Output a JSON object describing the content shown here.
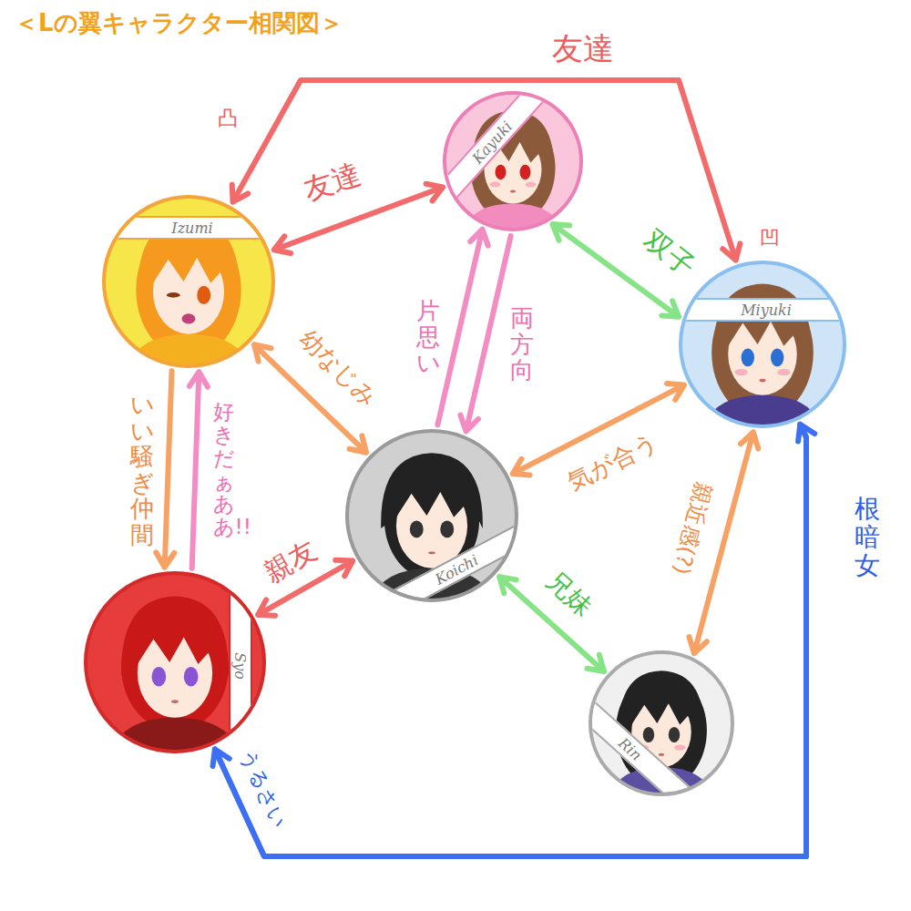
{
  "diagram": {
    "title": "＜Lの翼キャラクター相関図＞",
    "nodes": [
      {
        "text": [
          "Kayuki"
        ]
      },
      {
        "text": [
          "Izumi"
        ]
      },
      {
        "text": [
          "Miyuki"
        ]
      },
      {
        "text": [
          "Koichi"
        ]
      },
      {
        "text": [
          "Syo"
        ]
      },
      {
        "text": [
          "Rin"
        ]
      }
    ],
    "edges": [
      {
        "from": 1,
        "to": 2,
        "label": "友達",
        "arrow": "both"
      },
      {
        "from": 1,
        "to": 0,
        "label": "友達",
        "arrow": "both"
      },
      {
        "from": 0,
        "to": 2,
        "label": "双子",
        "arrow": "both"
      },
      {
        "from": 3,
        "to": 0,
        "label": "片思い",
        "arrow": "to"
      },
      {
        "from": 0,
        "to": 3,
        "label": "両方向",
        "arrow": "to"
      },
      {
        "from": 1,
        "to": 3,
        "label": "幼なじみ",
        "arrow": "both"
      },
      {
        "from": 2,
        "to": 3,
        "label": "気が合う",
        "arrow": "both"
      },
      {
        "from": 2,
        "to": 5,
        "label": "親近感(?)",
        "arrow": "both"
      },
      {
        "from": 3,
        "to": 5,
        "label": "兄妹",
        "arrow": "both"
      },
      {
        "from": 3,
        "to": 4,
        "label": "親友",
        "arrow": "both"
      },
      {
        "from": 1,
        "to": 4,
        "label": "いい騒ぎ仲間",
        "arrow": "to"
      },
      {
        "from": 4,
        "to": 1,
        "label": "好きだぁああ!!",
        "arrow": "to"
      },
      {
        "from": 4,
        "to": 2,
        "label": "根暗女",
        "arrow": "to"
      },
      {
        "from": 2,
        "to": 4,
        "label": "うるさい",
        "arrow": "to"
      }
    ],
    "labels": [
      "凸",
      "凹"
    ]
  }
}
